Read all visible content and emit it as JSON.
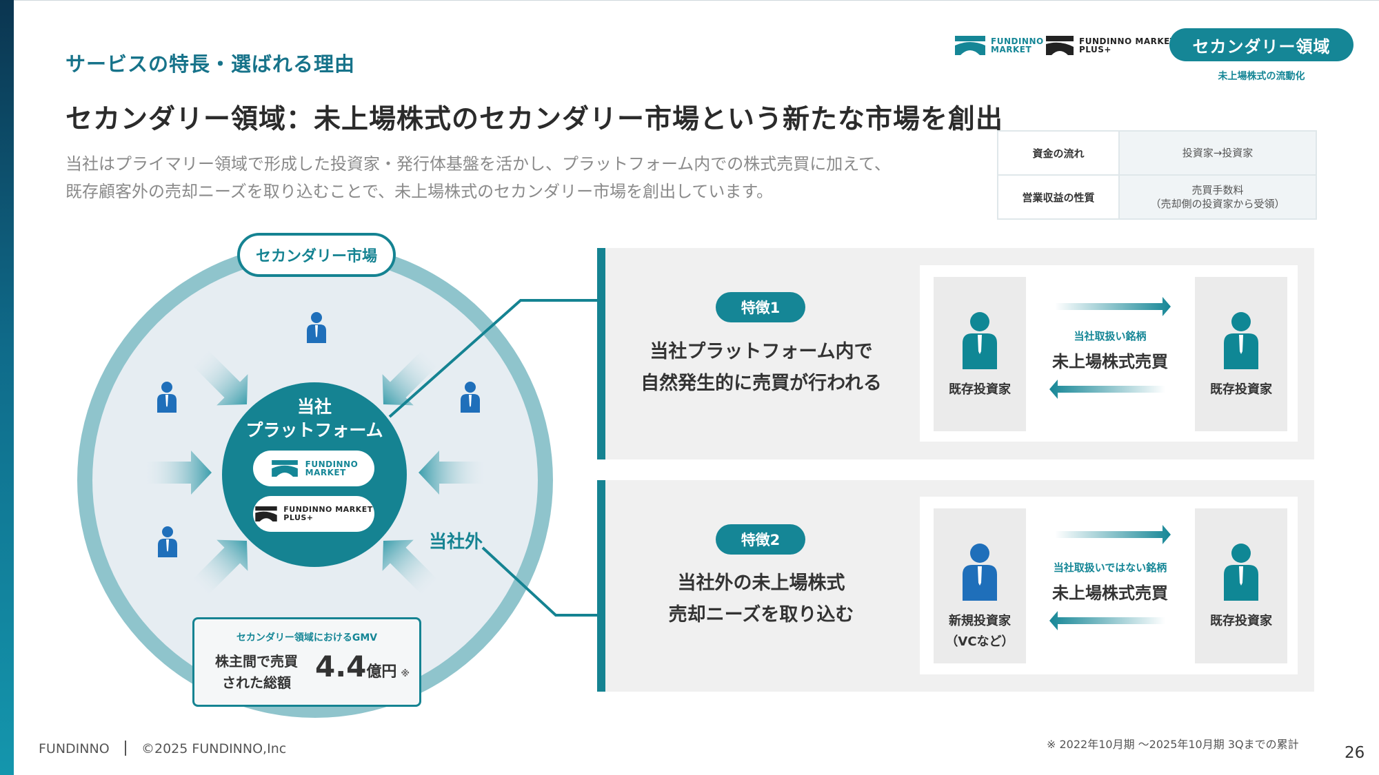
{
  "header": {
    "breadcrumb": "サービスの特長・選ばれる理由",
    "title": "セカンダリー領域：未上場株式のセカンダリー市場という新たな市場を創出",
    "lead_line1": "当社はプライマリー領域で形成した投資家・発行体基盤を活かし、プラットフォーム内での株式売買に加えて、",
    "lead_line2": "既存顧客外の売却ニーズを取り込むことで、未上場株式のセカンダリー市場を創出しています。",
    "logo1_line1": "FUNDINNO",
    "logo1_line2": "MARKET",
    "logo2_line1": "FUNDINNO MARKET",
    "logo2_line2": "PLUS+",
    "badge": "セカンダリー領域",
    "badge_sub": "未上場株式の流動化"
  },
  "info_table": {
    "rows": [
      {
        "key": "資金の流れ",
        "value": "投資家→投資家"
      },
      {
        "key": "営業収益の性質",
        "value_line1": "売買手数料",
        "value_line2": "（売却側の投資家から受領）"
      }
    ]
  },
  "diagram": {
    "market_label": "セカンダリー市場",
    "platform_line1": "当社",
    "platform_line2": "プラットフォーム",
    "outside_label": "当社外",
    "gmv_caption": "セカンダリー領域におけるGMV",
    "gmv_desc_line1": "株主間で売買",
    "gmv_desc_line2": "された総額",
    "gmv_value": "4.4",
    "gmv_unit": "億円",
    "gmv_note_mark": "※"
  },
  "features": [
    {
      "chip": "特徴1",
      "line1": "当社プラットフォーム内で",
      "line2": "自然発生的に売買が行われる",
      "left_person": "既存投資家",
      "left_person_sub": "",
      "right_person": "既存投資家",
      "caption": "当社取扱い銘柄",
      "trade": "未上場株式売買"
    },
    {
      "chip": "特徴2",
      "line1": "当社外の未上場株式",
      "line2": "売却ニーズを取り込む",
      "left_person": "新規投資家",
      "left_person_sub": "（VCなど）",
      "right_person": "既存投資家",
      "caption": "当社取扱いではない銘柄",
      "trade": "未上場株式売買"
    }
  ],
  "footer": {
    "brand": "FUNDINNO",
    "copyright": "©2025 FUNDINNO,Inc",
    "note": "※ 2022年10月期 〜2025年10月期 3Qまでの累計",
    "page": "26"
  },
  "colors": {
    "teal": "#158696",
    "teal_dark": "#158392",
    "person_teal": "#0f8795",
    "person_blue": "#1f6fba"
  }
}
